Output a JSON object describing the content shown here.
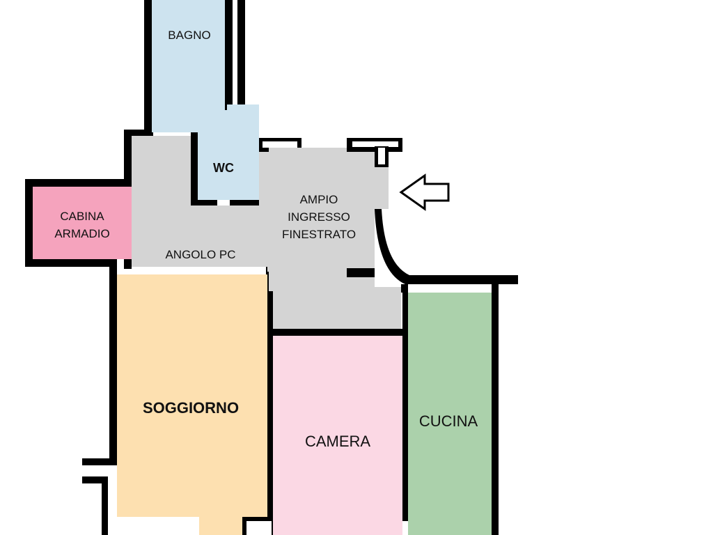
{
  "plan": {
    "rooms": [
      {
        "id": "bagno",
        "label": "BAGNO",
        "color": "#cde3ef"
      },
      {
        "id": "wc",
        "label": "WC",
        "color": "#cde3ef"
      },
      {
        "id": "cabina-armadio",
        "label_lines": [
          "CABINA",
          "ARMADIO"
        ],
        "color": "#f5a3bd"
      },
      {
        "id": "angolo-pc",
        "label": "ANGOLO PC",
        "color": "#d4d4d4"
      },
      {
        "id": "ingresso",
        "label_lines": [
          "AMPIO",
          "INGRESSO",
          "FINESTRATO"
        ],
        "color": "#d4d4d4"
      },
      {
        "id": "soggiorno",
        "label": "SOGGIORNO",
        "color": "#fde0b0"
      },
      {
        "id": "camera",
        "label": "CAMERA",
        "color": "#fbd8e4"
      },
      {
        "id": "cucina",
        "label": "CUCINA",
        "color": "#abd1ab"
      }
    ],
    "entrance_arrow": "arrow-left-icon",
    "colors": {
      "wall": "#000000",
      "background": "#ffffff"
    }
  }
}
